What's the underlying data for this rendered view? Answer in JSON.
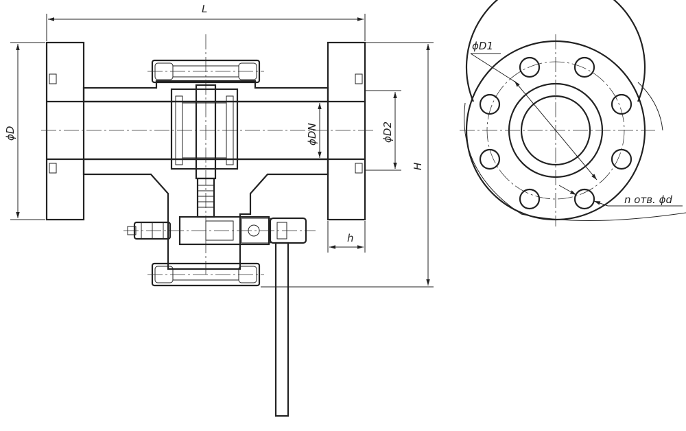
{
  "dimensions": {
    "L": "L",
    "D": "ϕD",
    "DN": "ϕDN",
    "D2": "ϕD2",
    "H": "H",
    "h": "h",
    "D1": "ϕD1",
    "holes": "n отв. ϕd"
  },
  "colors": {
    "line": "#222222",
    "hatch": "#333333",
    "background": "#ffffff"
  }
}
